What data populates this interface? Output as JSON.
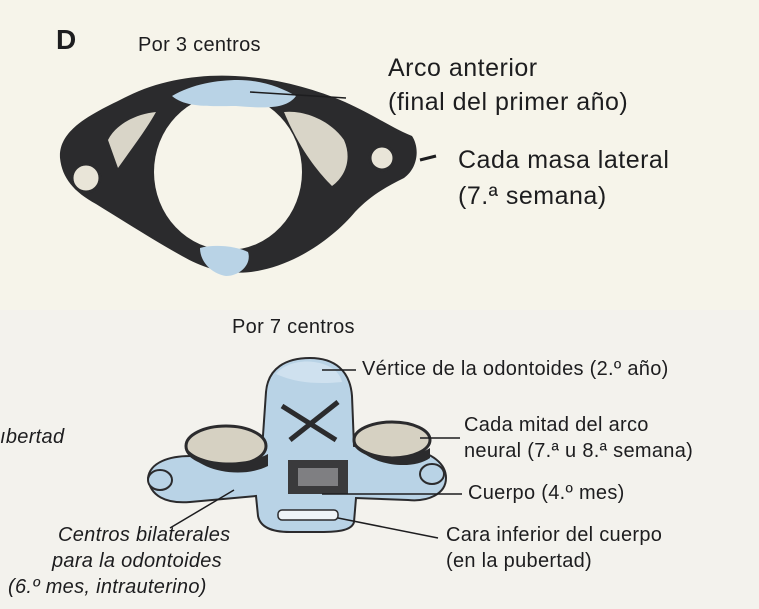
{
  "panel_top": {
    "letter": "D",
    "heading": "Por 3 centros",
    "label_arco_1": "Arco anterior",
    "label_arco_2": "(final del primer año)",
    "label_masa_1": "Cada masa lateral",
    "label_masa_2": "(7.ª semana)"
  },
  "panel_bottom": {
    "heading": "Por 7 centros",
    "edge_fragment": "ıbertad",
    "label_vertice": "Vértice de la odontoides (2.º año)",
    "label_mitad_1": "Cada mitad del arco",
    "label_mitad_2": "neural (7.ª u 8.ª semana)",
    "label_cuerpo": "Cuerpo (4.º mes)",
    "label_cara_1": "Cara inferior del cuerpo",
    "label_cara_2": "(en la pubertad)",
    "label_centros_1": "Centros bilaterales",
    "label_centros_2": "para la odontoides",
    "label_centros_3": "(6.º mes, intrauterino)"
  },
  "colors": {
    "ossification_blue": "#b9d3e6",
    "bone_dark": "#2b2b2d",
    "paper": "#f5f3ea"
  }
}
